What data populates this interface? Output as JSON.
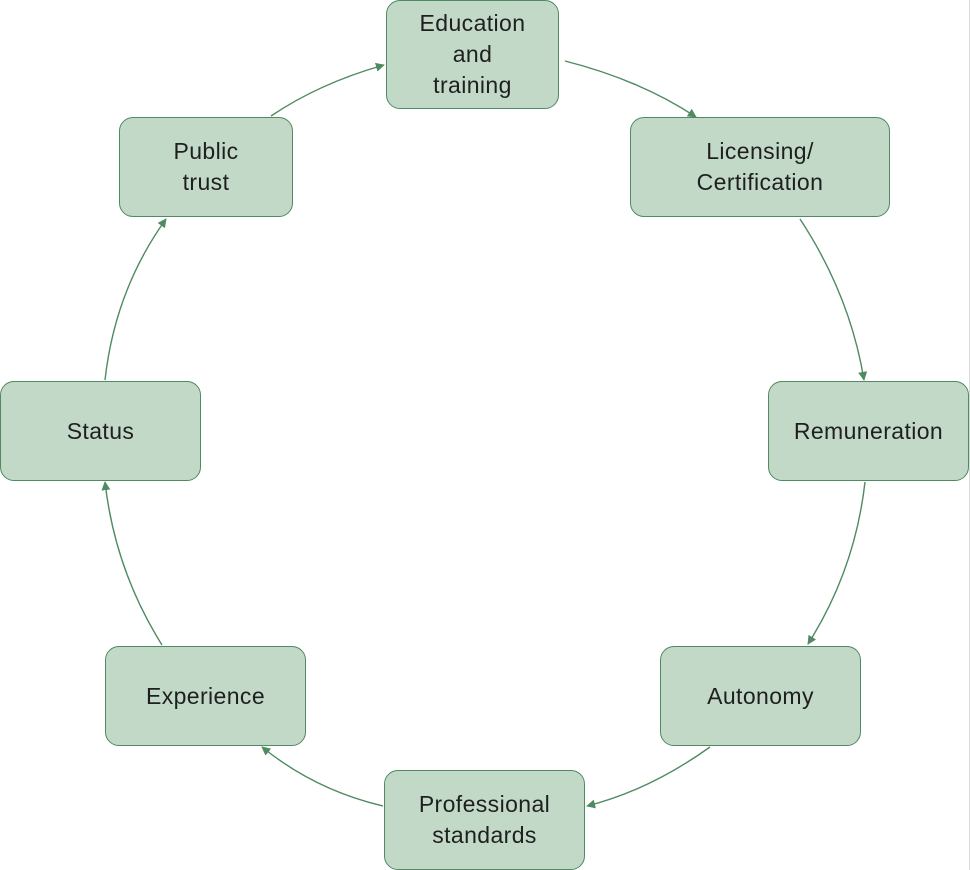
{
  "colors": {
    "node_fill": "#c2d9c8",
    "node_border": "#4f8a62",
    "arrow": "#4f8a62",
    "text": "#1f1f1f"
  },
  "nodes": [
    {
      "id": "education",
      "label": "Education\nand\ntraining"
    },
    {
      "id": "licensing",
      "label": "Licensing/\nCertification"
    },
    {
      "id": "remuneration",
      "label": "Remuneration"
    },
    {
      "id": "autonomy",
      "label": "Autonomy"
    },
    {
      "id": "professional",
      "label": "Professional\nstandards"
    },
    {
      "id": "experience",
      "label": "Experience"
    },
    {
      "id": "status",
      "label": "Status"
    },
    {
      "id": "public",
      "label": "Public\ntrust"
    }
  ],
  "edges": [
    {
      "from": "education",
      "to": "licensing"
    },
    {
      "from": "licensing",
      "to": "remuneration"
    },
    {
      "from": "remuneration",
      "to": "autonomy"
    },
    {
      "from": "autonomy",
      "to": "professional"
    },
    {
      "from": "professional",
      "to": "experience"
    },
    {
      "from": "experience",
      "to": "status"
    },
    {
      "from": "status",
      "to": "public"
    },
    {
      "from": "public",
      "to": "education"
    }
  ]
}
